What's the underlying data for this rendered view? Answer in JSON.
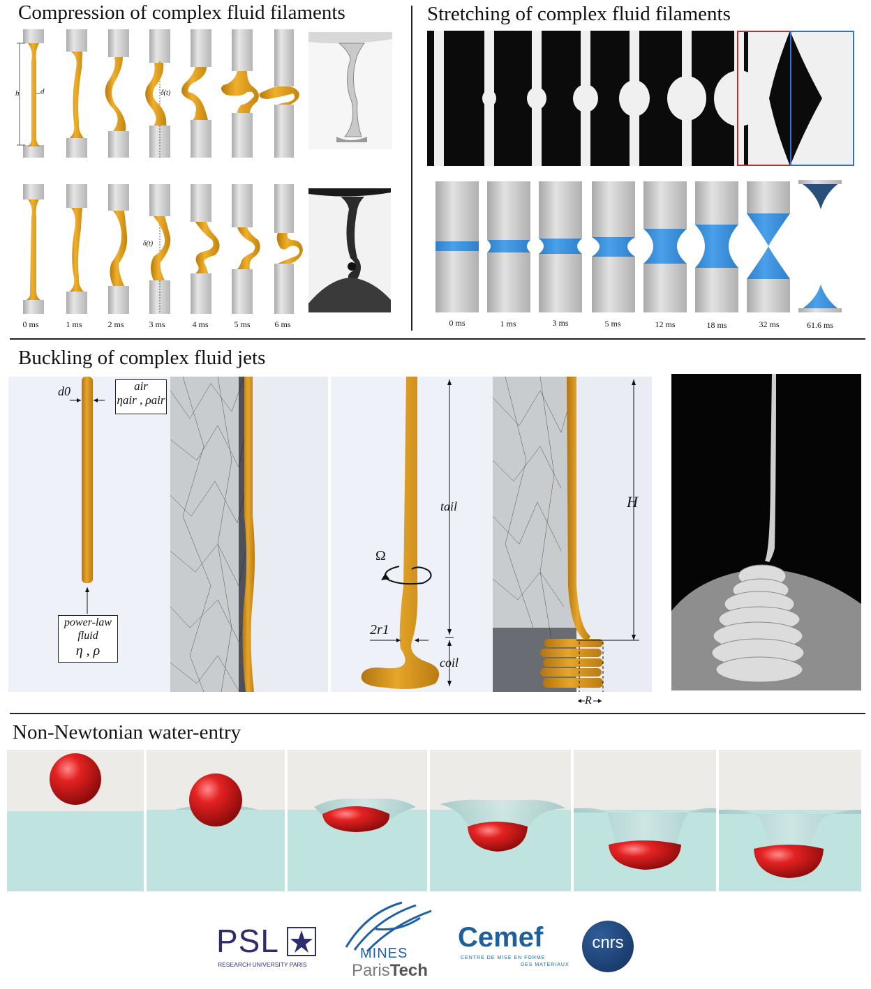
{
  "sections": {
    "compression": {
      "title": "Compression of complex fluid filaments"
    },
    "stretching": {
      "title": "Stretching of complex fluid filaments"
    },
    "buckling": {
      "title": "Buckling of complex fluid jets"
    },
    "water_entry": {
      "title": "Non-Newtonian water-entry"
    }
  },
  "compression_labels": {
    "h": "h",
    "d": "d",
    "delta_top": "δ(t)",
    "delta_bottom": "δ(t)"
  },
  "compression_times": [
    "0 ms",
    "1 ms",
    "2 ms",
    "3 ms",
    "4 ms",
    "5 ms",
    "6 ms"
  ],
  "stretching_times": [
    "0 ms",
    "1 ms",
    "3 ms",
    "5 ms",
    "12 ms",
    "18 ms",
    "32 ms",
    "61.6 ms"
  ],
  "buckling_labels": {
    "d0": "d0",
    "air_top": "air",
    "air_eta": "ηair , ρair",
    "fluid_line1": "power-law",
    "fluid_line2": "fluid",
    "fluid_line3": "η , ρ",
    "tail": "tail",
    "omega": "Ω",
    "two_r1": "2r1",
    "coil": "coil",
    "H": "H",
    "R": "R"
  },
  "logos": {
    "psl": {
      "text": "PSL",
      "sub": "RESEARCH UNIVERSITY PARIS"
    },
    "mines": {
      "text": "MINES",
      "sub1": "Paris",
      "sub2": "Tech"
    },
    "cemef": {
      "text": "Cemef",
      "sub1": "CENTRE DE MISE EN FORME",
      "sub2": "DES MATERIAUX"
    },
    "cnrs": {
      "text": "cnrs"
    }
  },
  "colors": {
    "fluid_orange": "#d99a18",
    "plate_grey": "#cfcfcf",
    "stretch_blue": "#3f8fd8",
    "sphere_red": "#d81e1e",
    "water_teal": "#bfe3df",
    "bg_light": "#eef2f8"
  }
}
